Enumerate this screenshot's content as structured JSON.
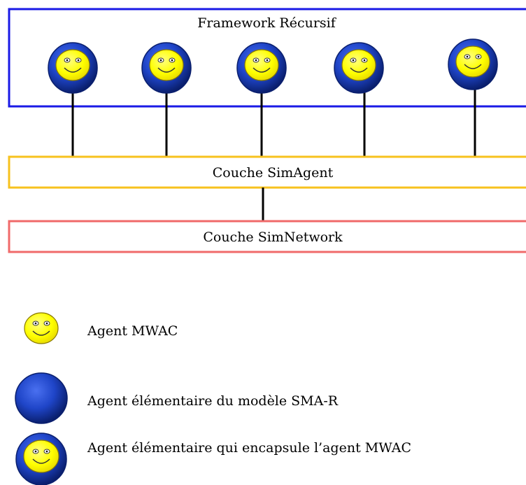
{
  "framework": {
    "title": "Framework Récursif",
    "border_color": "#1a1ae6",
    "agent_count": 5
  },
  "layers": {
    "simagent": {
      "label": "Couche SimAgent",
      "border_color": "#f7c21e"
    },
    "simnetwork": {
      "label": "Couche SimNetwork",
      "border_color": "#f06a6a"
    }
  },
  "legend": {
    "items": [
      {
        "icon": "smiley-icon",
        "label": "Agent MWAC"
      },
      {
        "icon": "blue-sphere-icon",
        "label": "Agent élémentaire du modèle SMA-R"
      },
      {
        "icon": "encapsulated-agent-icon",
        "label": "Agent élémentaire qui encapsule l’agent MWAC"
      }
    ]
  },
  "colors": {
    "sphere": "#1f45c8",
    "sphere_dark": "#0a1f6e",
    "face": "#ffff00",
    "face_outline": "#8a7a00"
  }
}
